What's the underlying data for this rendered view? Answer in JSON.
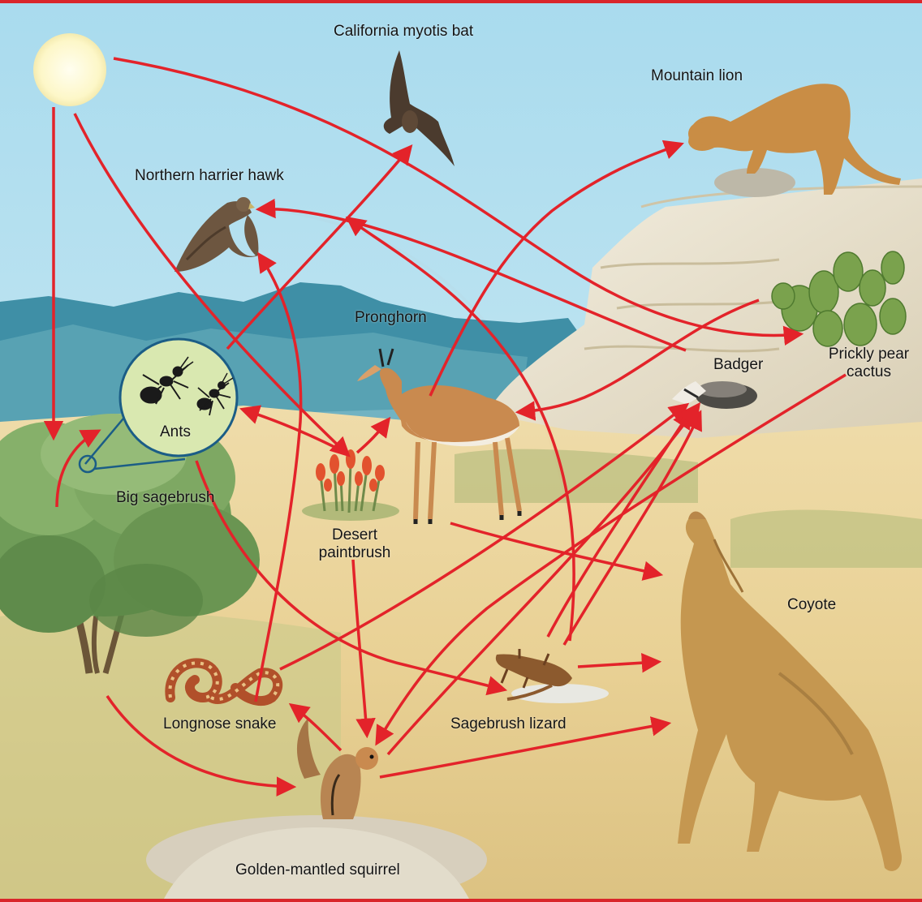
{
  "labels": {
    "bat": "California myotis bat",
    "lion": "Mountain lion",
    "hawk": "Northern harrier hawk",
    "pronghorn": "Pronghorn",
    "badger": "Badger",
    "cactus": "Prickly pear cactus",
    "ants": "Ants",
    "sagebrush": "Big sagebrush",
    "paintbrush": "Desert paintbrush",
    "coyote": "Coyote",
    "snake": "Longnose snake",
    "lizard": "Sagebrush lizard",
    "squirrel": "Golden-mantled squirrel"
  },
  "icons": [
    "sun-icon",
    "bat-icon",
    "mountain-lion-icon",
    "hawk-icon",
    "pronghorn-icon",
    "badger-icon",
    "cactus-icon",
    "ant-icon",
    "sagebrush-icon",
    "paintbrush-icon",
    "coyote-icon",
    "snake-icon",
    "lizard-icon",
    "squirrel-icon"
  ],
  "colors": {
    "arrow": "#e3232a",
    "sky": "#b9e0ee",
    "ground": "#e8d59a",
    "frame": "#d9262b"
  }
}
